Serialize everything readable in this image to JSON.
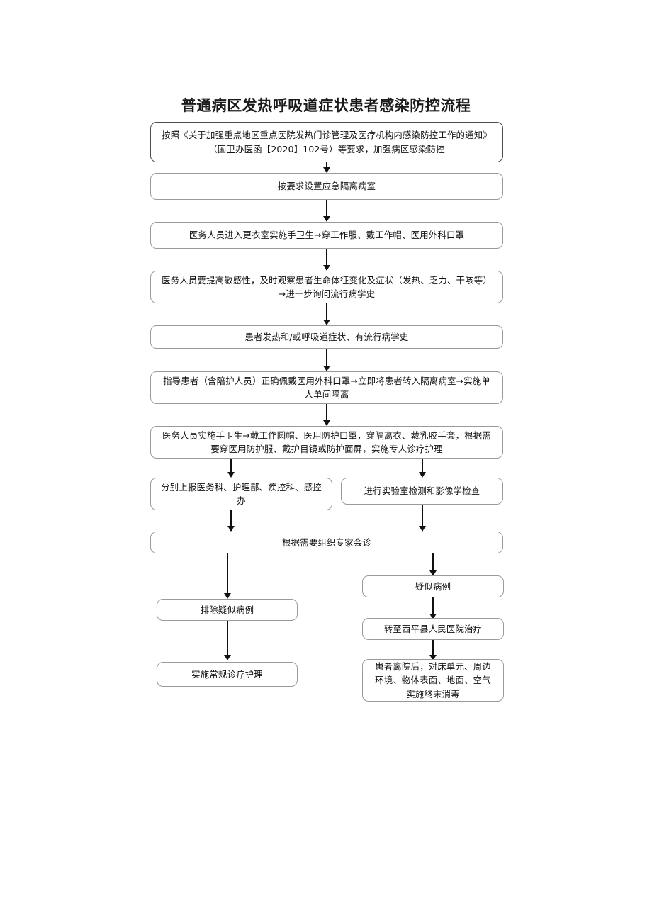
{
  "document": {
    "title": "普通病区发热呼吸道症状患者感染防控流程",
    "type": "flowchart",
    "language": "zh-CN",
    "page_background": "#ffffff",
    "node_border_color": "#9a9a9a",
    "text_color": "#111111",
    "connector_color": "#111111"
  },
  "nodes": [
    {
      "id": "n1",
      "name": "policy-basis",
      "text": "按照《关于加强重点地区重点医院发热门诊管理及医疗机构内感染防控工作的通知》（国卫办医函【2020】102号）等要求，加强病区感染防控",
      "column": "full",
      "emphasis": true
    },
    {
      "id": "n2",
      "name": "setup-isolation-room",
      "text": "按要求设置应急隔离病室",
      "column": "full",
      "emphasis": false
    },
    {
      "id": "n3",
      "name": "staff-hand-hygiene-dressing",
      "text": "医务人员进入更衣室实施手卫生→穿工作服、戴工作帽、医用外科口罩",
      "column": "full",
      "emphasis": false
    },
    {
      "id": "n4",
      "name": "observe-vital-signs",
      "text": "医务人员要提高敏感性，及时观察患者生命体征变化及症状（发热、乏力、干咳等）→进一步询问流行病学史",
      "column": "full",
      "emphasis": false
    },
    {
      "id": "n5",
      "name": "patient-symptom-criteria",
      "text": "患者发热和/或呼吸道症状、有流行病学史",
      "column": "full",
      "emphasis": false
    },
    {
      "id": "n6",
      "name": "guide-patient-mask-transfer",
      "text": "指导患者（含陪护人员）正确佩戴医用外科口罩→立即将患者转入隔离病室→实施单人单间隔离",
      "column": "full",
      "emphasis": false
    },
    {
      "id": "n7",
      "name": "staff-ppe-dedicated-care",
      "text": "医务人员实施手卫生→戴工作圆帽、医用防护口罩，穿隔离衣、戴乳胶手套，根据需要穿医用防护服、戴护目镜或防护面屏，实施专人诊疗护理",
      "column": "full",
      "emphasis": false
    },
    {
      "id": "n8",
      "name": "report-to-departments",
      "text": "分别上报医务科、护理部、疾控科、感控办",
      "column": "left",
      "emphasis": false
    },
    {
      "id": "n9",
      "name": "lab-and-imaging-tests",
      "text": "进行实验室检测和影像学检查",
      "column": "right",
      "emphasis": false
    },
    {
      "id": "n10",
      "name": "expert-consultation",
      "text": "根据需要组织专家会诊",
      "column": "full",
      "emphasis": false
    },
    {
      "id": "n11",
      "name": "exclude-suspected-case",
      "text": "排除疑似病例",
      "column": "left-narrow",
      "emphasis": false
    },
    {
      "id": "n12",
      "name": "suspected-case",
      "text": "疑似病例",
      "column": "right-narrow",
      "emphasis": false
    },
    {
      "id": "n13",
      "name": "routine-diagnosis-care",
      "text": "实施常规诊疗护理",
      "column": "left-narrow",
      "emphasis": false
    },
    {
      "id": "n14",
      "name": "transfer-to-xiping-hospital",
      "text": "转至西平县人民医院治疗",
      "column": "right-narrow",
      "emphasis": false
    },
    {
      "id": "n15",
      "name": "terminal-disinfection",
      "text": "患者离院后，对床单元、周边环境、物体表面、地面、空气实施终末消毒",
      "column": "right-narrow",
      "emphasis": false
    }
  ],
  "edges": [
    {
      "name": "edge-n1-n2",
      "from": "n1",
      "to": "n2"
    },
    {
      "name": "edge-n2-n3",
      "from": "n2",
      "to": "n3"
    },
    {
      "name": "edge-n3-n4",
      "from": "n3",
      "to": "n4"
    },
    {
      "name": "edge-n4-n5",
      "from": "n4",
      "to": "n5"
    },
    {
      "name": "edge-n5-n6",
      "from": "n5",
      "to": "n6"
    },
    {
      "name": "edge-n6-n7",
      "from": "n6",
      "to": "n7"
    },
    {
      "name": "edge-n7-n8",
      "from": "n7",
      "to": "n8"
    },
    {
      "name": "edge-n7-n9",
      "from": "n7",
      "to": "n9"
    },
    {
      "name": "edge-n8-n10",
      "from": "n8",
      "to": "n10"
    },
    {
      "name": "edge-n9-n10",
      "from": "n9",
      "to": "n10"
    },
    {
      "name": "edge-n10-n11",
      "from": "n10",
      "to": "n11"
    },
    {
      "name": "edge-n10-n12",
      "from": "n10",
      "to": "n12"
    },
    {
      "name": "edge-n11-n13",
      "from": "n11",
      "to": "n13"
    },
    {
      "name": "edge-n12-n14",
      "from": "n12",
      "to": "n14"
    },
    {
      "name": "edge-n14-n15",
      "from": "n14",
      "to": "n15"
    }
  ]
}
